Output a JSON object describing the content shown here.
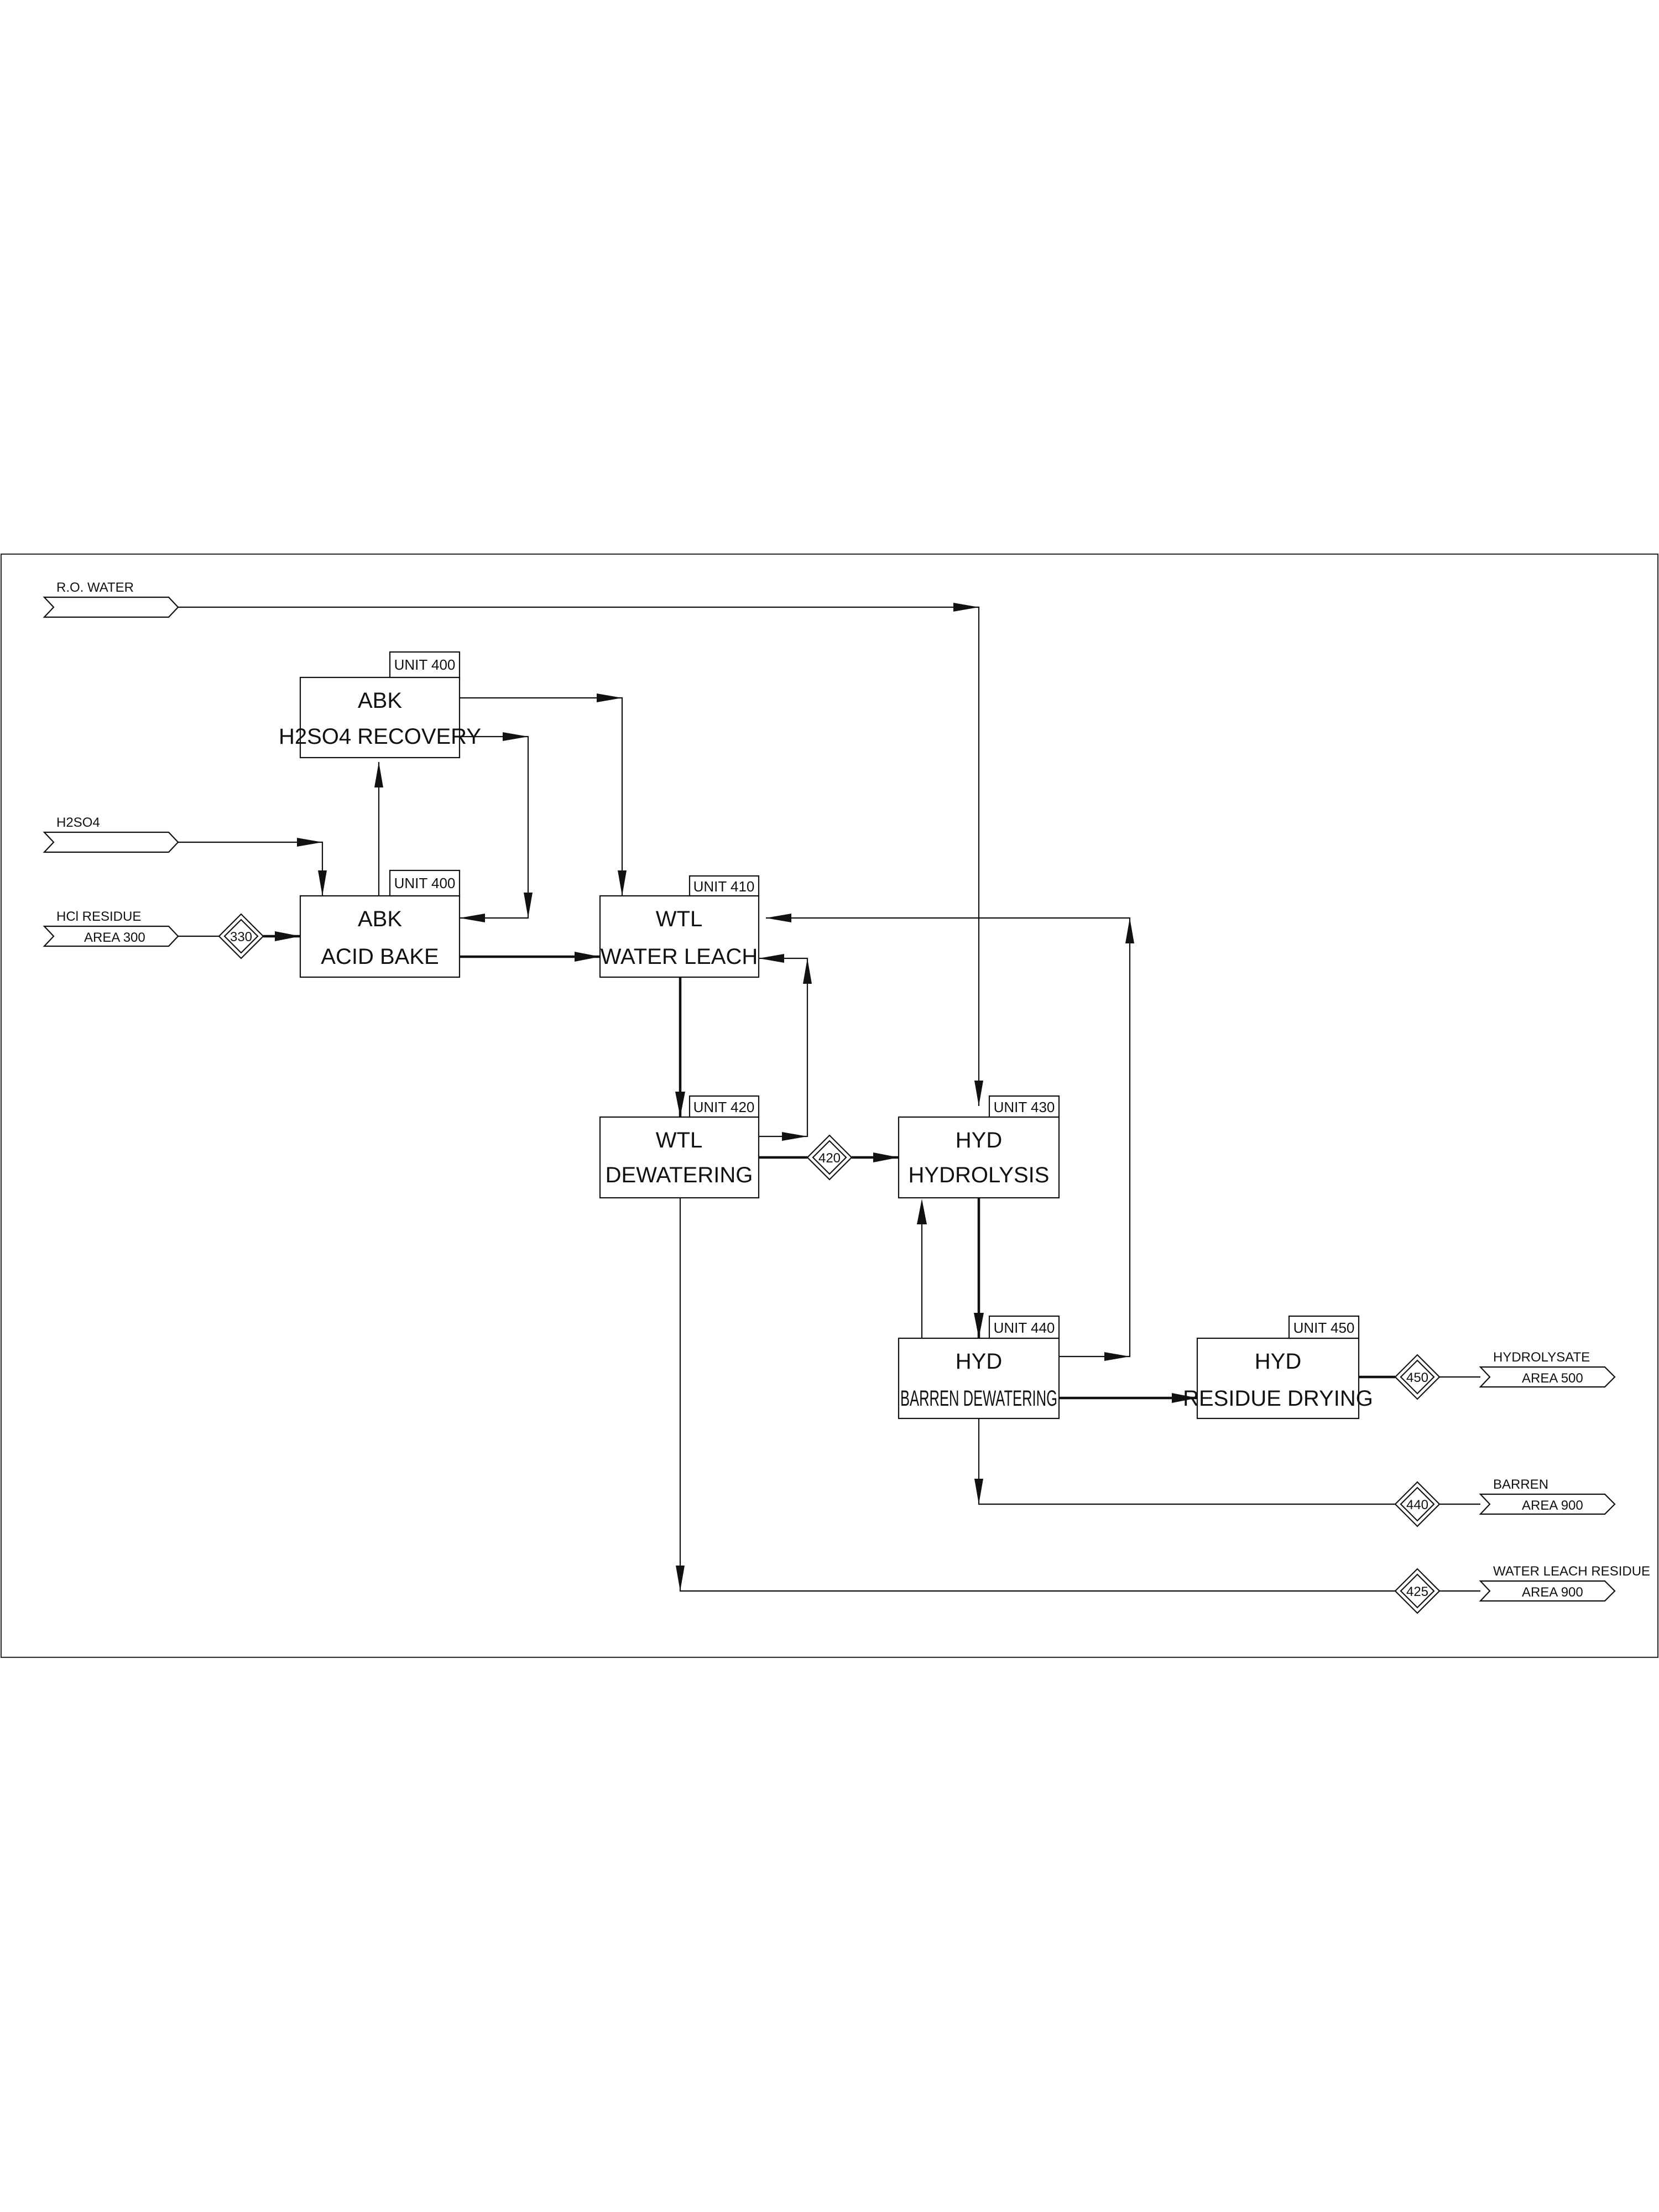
{
  "units": {
    "abk_recovery": {
      "tag": "UNIT 400",
      "line1": "ABK",
      "line2": "H2SO4 RECOVERY"
    },
    "abk_acid_bake": {
      "tag": "UNIT 400",
      "line1": "ABK",
      "line2": "ACID BAKE"
    },
    "wtl_water_leach": {
      "tag": "UNIT 410",
      "line1": "WTL",
      "line2": "WATER LEACH"
    },
    "wtl_dewatering": {
      "tag": "UNIT 420",
      "line1": "WTL",
      "line2": "DEWATERING"
    },
    "hyd_hydrolysis": {
      "tag": "UNIT 430",
      "line1": "HYD",
      "line2": "HYDROLYSIS"
    },
    "hyd_barren_dewatering": {
      "tag": "UNIT 440",
      "line1": "HYD",
      "line2": "BARREN DEWATERING"
    },
    "hyd_residue_drying": {
      "tag": "UNIT 450",
      "line1": "HYD",
      "line2": "RESIDUE DRYING"
    }
  },
  "inputs": {
    "ro_water": {
      "label": "R.O. WATER"
    },
    "h2so4": {
      "label": "H2SO4"
    },
    "hcl_residue": {
      "label": "HCl RESIDUE",
      "area": "AREA 300"
    }
  },
  "outputs": {
    "hydrolysate": {
      "label": "HYDROLYSATE",
      "area": "AREA 500"
    },
    "barren": {
      "label": "BARREN",
      "area": "AREA 900"
    },
    "water_leach_residue": {
      "label": "WATER LEACH RESIDUE",
      "area": "AREA 900"
    }
  },
  "streams": {
    "s330": "330",
    "s420": "420",
    "s450": "450",
    "s440": "440",
    "s425": "425"
  }
}
